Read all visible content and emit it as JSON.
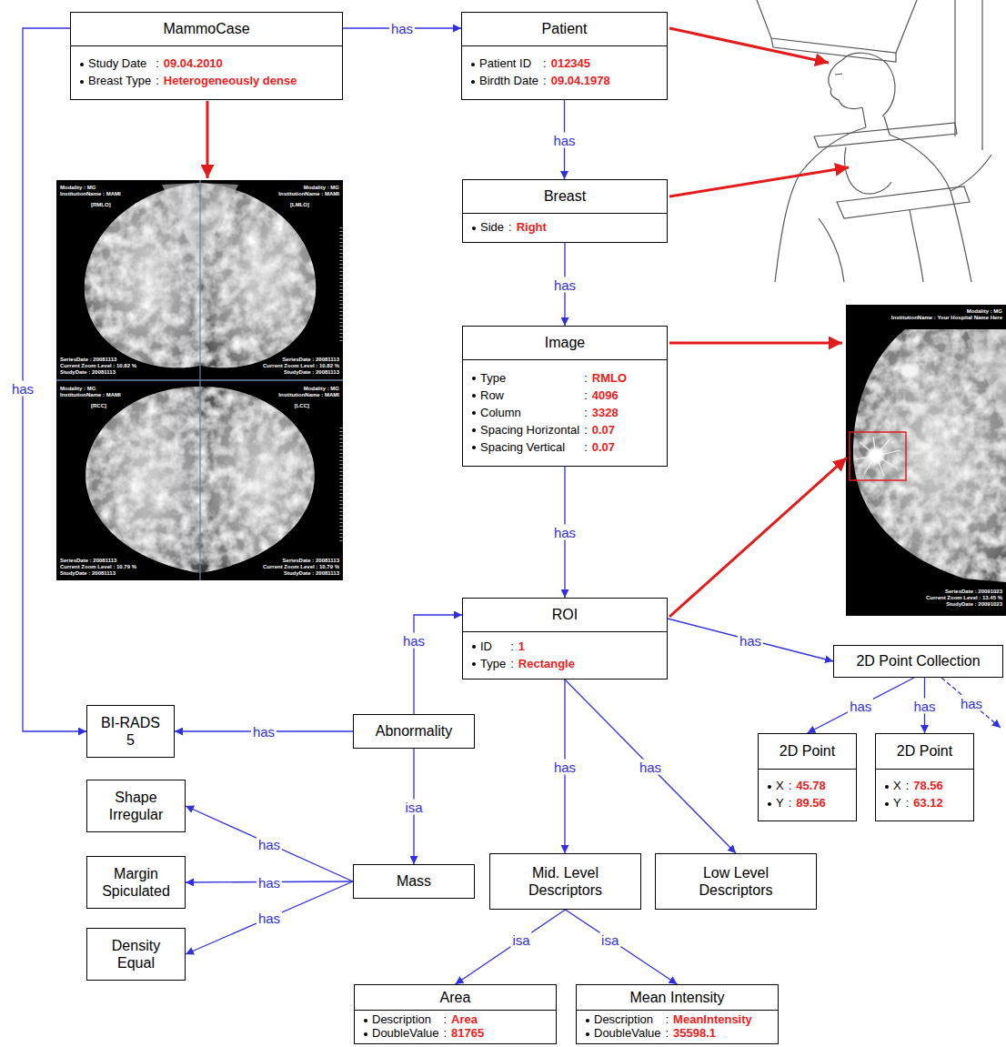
{
  "diagram": {
    "nodes": [
      {
        "text": [
          "MammoCase",
          "Study Date",
          ":",
          "09.04.2010",
          "Breast Type",
          ":",
          "Heterogeneously dense"
        ]
      },
      {
        "text": [
          "Patient",
          "Patient ID",
          ":",
          "012345",
          "Birdth Date",
          ":",
          "09.04.1978"
        ]
      },
      {
        "text": [
          "Breast",
          "Side",
          ":",
          "Right"
        ]
      },
      {
        "text": [
          "Image",
          "Type",
          ":",
          "RMLO",
          "Row",
          ":",
          "4096",
          "Column",
          ":",
          "3328",
          "Spacing Horizontal",
          ":",
          "0.07",
          "Spacing Vertical",
          ":",
          "0.07"
        ]
      },
      {
        "text": [
          "ROI",
          "ID",
          ":",
          "1",
          "Type",
          ":",
          "Rectangle"
        ]
      },
      {
        "text": [
          "2D Point Collection"
        ]
      },
      {
        "text": [
          "BI-RADS 5"
        ]
      },
      {
        "text": [
          "Abnormality"
        ]
      },
      {
        "text": [
          "2D Point",
          "X",
          ":",
          "45.78",
          "Y",
          ":",
          "89.56"
        ]
      },
      {
        "text": [
          "2D Point",
          "X",
          ":",
          "78.56",
          "Y",
          ":",
          "63.12"
        ]
      },
      {
        "text": [
          "Shape Irregular"
        ]
      },
      {
        "text": [
          "Margin Spiculated"
        ]
      },
      {
        "text": [
          "Mass"
        ]
      },
      {
        "text": [
          "Mid. Level Descriptors"
        ]
      },
      {
        "text": [
          "Low Level Descriptors"
        ]
      },
      {
        "text": [
          "Density Equal"
        ]
      },
      {
        "text": [
          "Area",
          "Description",
          ":",
          "Area",
          "DoubleValue",
          ":",
          "81765"
        ]
      },
      {
        "text": [
          "Mean Intensity",
          "Description",
          ":",
          "MeanIntensity",
          "DoubleValue",
          ":",
          "35598.1"
        ]
      }
    ],
    "edges": [
      {
        "from": 0,
        "to": 1,
        "label": "has",
        "arrow": "to"
      },
      {
        "from": 1,
        "to": 2,
        "label": "has",
        "arrow": "to"
      },
      {
        "from": 2,
        "to": 3,
        "label": "has",
        "arrow": "to"
      },
      {
        "from": 3,
        "to": 4,
        "label": "has",
        "arrow": "to"
      },
      {
        "from": 4,
        "to": 5,
        "label": "has",
        "arrow": "to"
      },
      {
        "from": 5,
        "to": 8,
        "label": "has",
        "arrow": "to"
      },
      {
        "from": 5,
        "to": 9,
        "label": "has",
        "arrow": "to"
      },
      {
        "from": 0,
        "to": 6,
        "label": "has",
        "arrow": "to"
      },
      {
        "from": 7,
        "to": 6,
        "label": "has",
        "arrow": "to"
      },
      {
        "from": 7,
        "to": 4,
        "label": "has",
        "arrow": "to"
      },
      {
        "from": 7,
        "to": 12,
        "label": "isa",
        "arrow": "to"
      },
      {
        "from": 12,
        "to": 10,
        "label": "has",
        "arrow": "to"
      },
      {
        "from": 12,
        "to": 11,
        "label": "has",
        "arrow": "to"
      },
      {
        "from": 12,
        "to": 15,
        "label": "has",
        "arrow": "to"
      },
      {
        "from": 4,
        "to": 13,
        "label": "has",
        "arrow": "to"
      },
      {
        "from": 4,
        "to": 14,
        "label": "has",
        "arrow": "to"
      },
      {
        "from": 13,
        "to": 16,
        "label": "isa",
        "arrow": "to"
      },
      {
        "from": 13,
        "to": 17,
        "label": "isa",
        "arrow": "to"
      }
    ],
    "labels": [
      "has",
      "Modality : MG",
      "InstitutionName : MAMI",
      "[RMLO]",
      "Modality : MG",
      "InstitutionName : MAMI",
      "[LMLO]",
      "SeriesDate : 20081113",
      "Current Zoom Level : 10.82 %",
      "StudyDate : 20081113",
      "SeriesDate : 20081113",
      "Current Zoom Level : 10.82 %",
      "StudyDate : 20081113",
      "Modality : MG",
      "InstitutionName : MAMI",
      "[RCC]",
      "Modality : MG",
      "InstitutionName : MAMI",
      "[LCC]",
      "SeriesDate : 20081113",
      "Current Zoom Level : 10.79 %",
      "StudyDate : 20081113",
      "SeriesDate : 20081113",
      "Current Zoom Level : 10.79 %",
      "StudyDate : 20081113",
      "Modality : MG",
      "InstitutionName : Your Hospital Name Here",
      "SeriesDate : 20091023",
      "Current Zoom Level : 13.45 %",
      "StudyDate : 20091023"
    ]
  }
}
